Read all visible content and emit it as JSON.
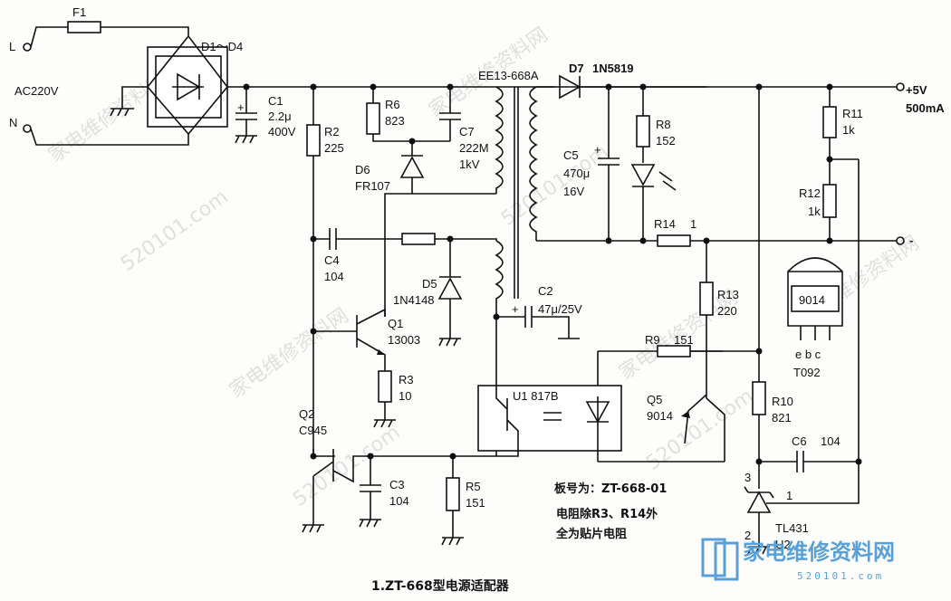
{
  "diagram": {
    "caption": "1.ZT-668型电源适配器",
    "board_note": "板号为：ZT-668-01",
    "resistor_note_1": "电阻除R3、R14外",
    "resistor_note_2": "全为贴片电阻",
    "input": {
      "L": "L",
      "N": "N",
      "voltage": "AC220V"
    },
    "output": {
      "plus": "+5V",
      "current": "500mA",
      "minus": "-"
    },
    "transformer": "EE13-668A",
    "optocoupler": "U1 817B",
    "package": {
      "name": "9014",
      "pins": "e b c",
      "type": "T092"
    },
    "tl431_pins": {
      "p1": "1",
      "p2": "2",
      "p3": "3"
    },
    "components": {
      "F1": "F1",
      "D1_D4": "D1～D4",
      "C1": "C1",
      "C1_v1": "2.2μ",
      "C1_v2": "400V",
      "R2": "R2",
      "R2_v": "225",
      "R6": "R6",
      "R6_v": "823",
      "C7": "C7",
      "C7_v1": "222M",
      "C7_v2": "1kV",
      "D6": "D6",
      "D6_v": "FR107",
      "C4": "C4",
      "C4_v": "104",
      "D5": "D5",
      "D5_v": "1N4148",
      "Q1": "Q1",
      "Q1_v": "13003",
      "R3": "R3",
      "R3_v": "10",
      "Q2": "Q2",
      "Q2_v": "C945",
      "C3": "C3",
      "C3_v": "104",
      "R5": "R5",
      "R5_v": "151",
      "C2": "C2",
      "C2_v": "47μ/25V",
      "D7": "D7",
      "D7_v": "1N5819",
      "C5": "C5",
      "C5_v1": "470μ",
      "C5_v2": "16V",
      "R8": "R8",
      "R8_v": "152",
      "R14": "R14",
      "R14_v": "1",
      "R11": "R11",
      "R11_v": "1k",
      "R12": "R12",
      "R12_v": "1k",
      "R13": "R13",
      "R13_v": "220",
      "R9": "R9",
      "R9_v": "151",
      "Q5": "Q5",
      "Q5_v": "9014",
      "R10": "R10",
      "R10_v": "821",
      "C6": "C6",
      "C6_v": "104",
      "U2": "TL431",
      "U2_n": "U2"
    },
    "watermark": "家电维修资料网",
    "watermark_url": "520101.com",
    "logo": {
      "text": "家电维修资料网",
      "sub": "520101.com"
    }
  }
}
